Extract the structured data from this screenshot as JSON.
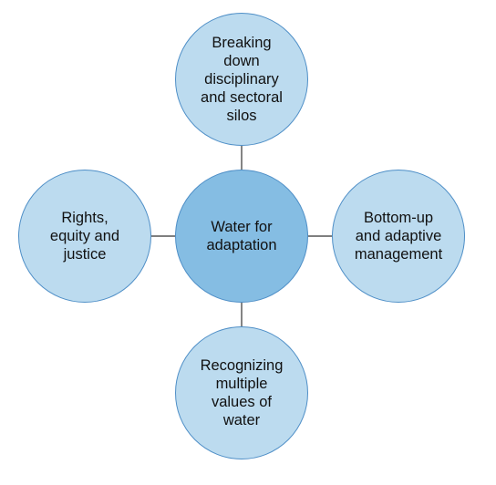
{
  "diagram": {
    "center": {
      "label": "Water for\nadaptation"
    },
    "top": {
      "label": "Breaking\ndown\ndisciplinary\nand sectoral\nsilos"
    },
    "right": {
      "label": "Bottom-up\nand adaptive\nmanagement"
    },
    "bottom": {
      "label": "Recognizing\nmultiple\nvalues of\nwater"
    },
    "left": {
      "label": "Rights,\nequity and\njustice"
    }
  },
  "colors": {
    "outer_fill": "#bcdbef",
    "center_fill": "#85bde3",
    "border": "#4f8fc7",
    "connector": "#333333"
  }
}
